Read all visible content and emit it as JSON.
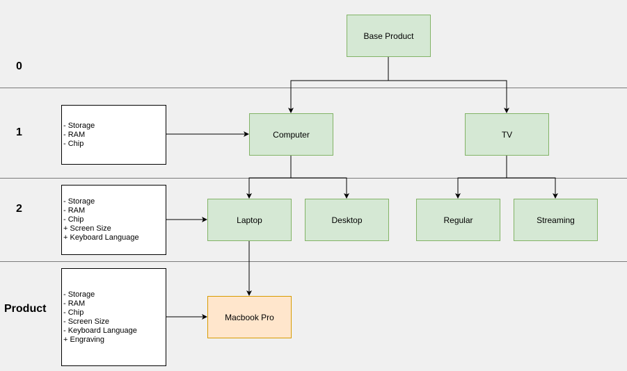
{
  "levels": {
    "l0": "0",
    "l1": "1",
    "l2": "2",
    "l3": "Product"
  },
  "nodes": {
    "base_product": "Base Product",
    "computer": "Computer",
    "tv": "TV",
    "laptop": "Laptop",
    "desktop": "Desktop",
    "regular": "Regular",
    "streaming": "Streaming",
    "macbook_pro": "Macbook Pro"
  },
  "attribute_boxes": {
    "level1": [
      "- Storage",
      "- RAM",
      "- Chip"
    ],
    "level2": [
      "- Storage",
      "- RAM",
      "- Chip",
      "+ Screen Size",
      "+ Keyboard Language"
    ],
    "product": [
      "- Storage",
      "- RAM",
      "- Chip",
      "- Screen Size",
      "- Keyboard Language",
      "+ Engraving"
    ]
  },
  "colors": {
    "category_fill": "#d5e8d4",
    "category_stroke": "#82b366",
    "product_fill": "#ffe6cc",
    "product_stroke": "#d79b00"
  }
}
